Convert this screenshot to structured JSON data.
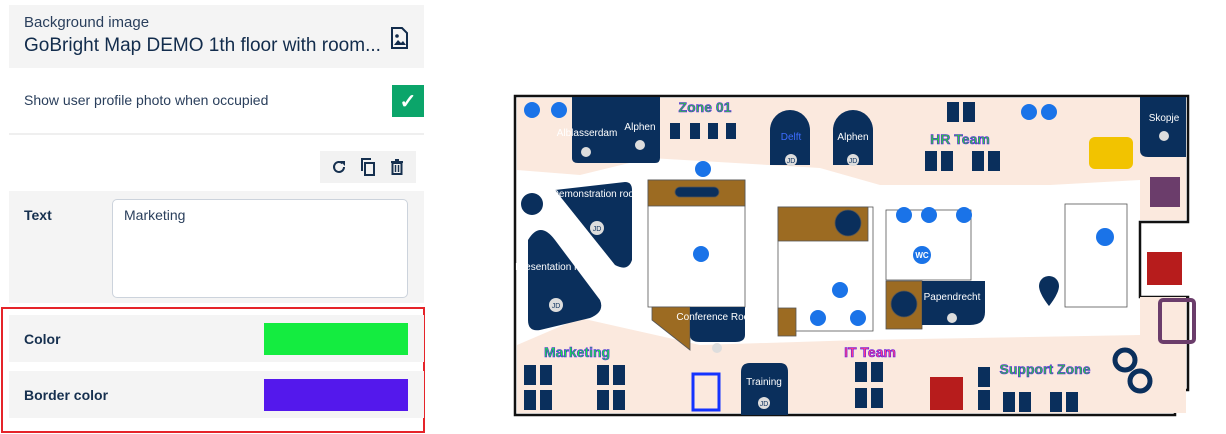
{
  "background": {
    "label": "Background image",
    "name": "GoBright Map DEMO 1th floor with room...",
    "icon": "image-file-icon"
  },
  "profile_photo": {
    "label": "Show user profile photo when occupied",
    "checked": true
  },
  "toolbar": {
    "icons": [
      "refresh-icon",
      "copy-icon",
      "trash-icon"
    ]
  },
  "text_field": {
    "label": "Text",
    "value": "Marketing"
  },
  "color": {
    "label": "Color",
    "value": "#14ec40"
  },
  "border_color": {
    "label": "Border color",
    "value": "#5418ec"
  },
  "map": {
    "zones": [
      {
        "text": "Zone 01",
        "fill": "#2ecc40",
        "stroke": "#5418ec"
      },
      {
        "text": "HR Team",
        "fill": "#2ecc40",
        "stroke": "#5418ec"
      },
      {
        "text": "Marketing",
        "fill": "#14ec40",
        "stroke": "#5418ec"
      },
      {
        "text": "IT Team",
        "fill": "#ff3b8a",
        "stroke": "#5418ec"
      },
      {
        "text": "Support Zone",
        "fill": "#2ecc40",
        "stroke": "#5418ec"
      }
    ],
    "rooms": [
      "Alblasserdam",
      "Alphen",
      "Delft",
      "Alphen",
      "Skopje",
      "Demonstration room",
      "Presentation room",
      "Conference Room",
      "Papendrecht",
      "Training"
    ],
    "avatar": "JD",
    "wc": "WC"
  }
}
